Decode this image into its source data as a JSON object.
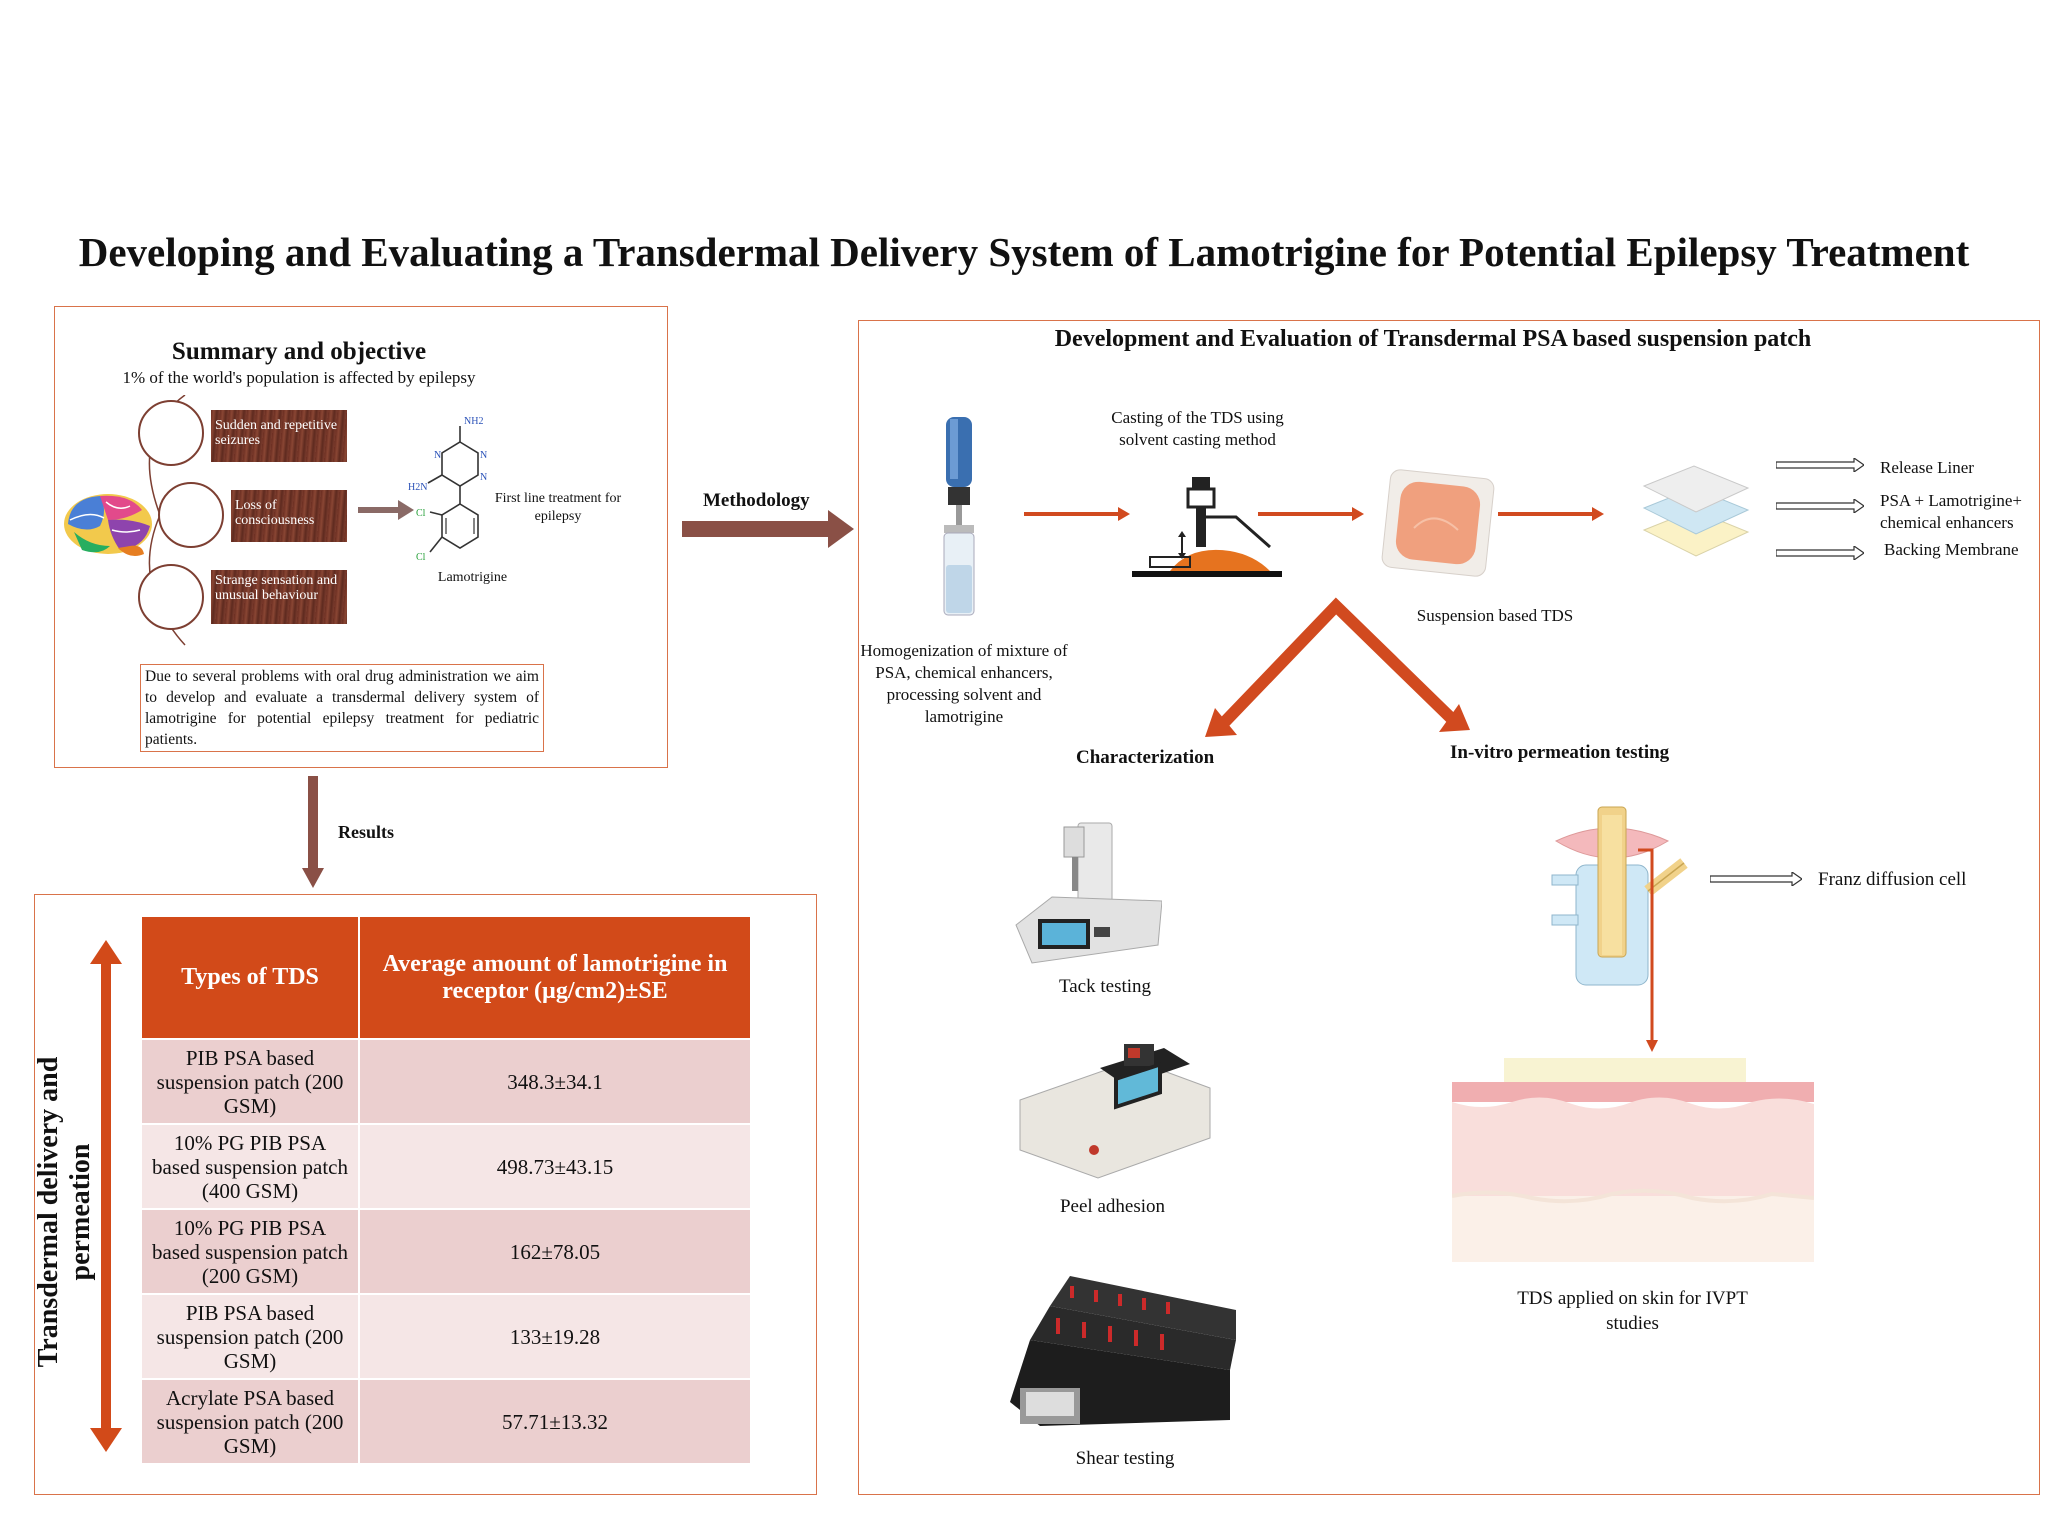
{
  "title": "Developing and Evaluating a Transdermal Delivery System of Lamotrigine for Potential Epilepsy Treatment",
  "summary": {
    "heading": "Summary and objective",
    "stat": "1% of the world's population is affected by epilepsy",
    "symptoms": [
      "Sudden and repetitive  seizures",
      "Loss of consciousness",
      "Strange sensation and unusual behaviour"
    ],
    "first_line": "First line treatment for epilepsy",
    "drug_name": "Lamotrigine",
    "chem_labels": {
      "nh2_top": "NH2",
      "h2n": "H2N",
      "n1": "N",
      "n2": "N",
      "n3": "N",
      "cl1": "Cl",
      "cl2": "Cl"
    },
    "objective": "Due to several problems with oral drug administration we aim to develop and evaluate a transdermal delivery system of lamotrigine for potential epilepsy treatment for pediatric patients."
  },
  "arrows": {
    "methodology": "Methodology",
    "results": "Results"
  },
  "results": {
    "vertical_label": "Transdermal delivery and permeation",
    "columns": [
      "Types of TDS",
      "Average amount of lamotrigine in receptor (µg/cm2)±SE"
    ],
    "rows": [
      [
        "PIB PSA based suspension patch (200 GSM)",
        "348.3±34.1"
      ],
      [
        "10% PG PIB PSA based suspension patch (400 GSM)",
        "498.73±43.15"
      ],
      [
        "10% PG PIB PSA based suspension patch (200 GSM)",
        "162±78.05"
      ],
      [
        "PIB PSA based suspension patch (200 GSM)",
        "133±19.28"
      ],
      [
        "Acrylate PSA based suspension patch (200 GSM)",
        "57.71±13.32"
      ]
    ]
  },
  "development": {
    "heading": "Development and Evaluation of Transdermal PSA based suspension patch",
    "homogenization": "Homogenization of mixture of PSA, chemical enhancers, processing solvent and lamotrigine",
    "casting": "Casting of the TDS using solvent casting method",
    "suspension_tds": "Suspension based TDS",
    "layers": [
      "Release Liner",
      "PSA + Lamotrigine+ chemical enhancers",
      "Backing Membrane"
    ],
    "characterization": "Characterization",
    "ivpt": "In-vitro permeation testing",
    "tack": "Tack testing",
    "peel": "Peel adhesion",
    "shear": "Shear testing",
    "franz": "Franz diffusion cell",
    "skin": "TDS applied on skin for IVPT studies"
  },
  "colors": {
    "accent": "#d24a19",
    "arrow_brown": "#8a5046",
    "panel_border": "#d9734a",
    "red_arrow": "#d14a1f"
  }
}
